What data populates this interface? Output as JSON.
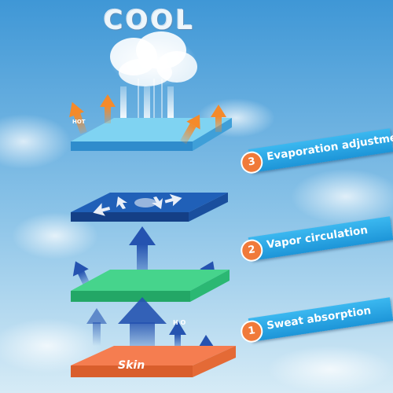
{
  "title": "COOL",
  "layer_labels": {
    "hot": "HOT",
    "h2o": "H O",
    "skin": "Skin"
  },
  "steps": [
    {
      "number": "3",
      "label": "Evaporation adjustment"
    },
    {
      "number": "2",
      "label": "Vapor circulation"
    },
    {
      "number": "1",
      "label": "Sweat absorption"
    }
  ],
  "colors": {
    "sky_top": "#4fa3dc",
    "sky_bottom": "#cfe6f4",
    "top_layer": "#6ec9ee",
    "mesh_layer": "#1f5fb8",
    "green_layer": "#3fcf86",
    "skin_layer": "#f47a4a",
    "hot_arrow": "#f5892e",
    "vapor_arrow": "#2a5bb5",
    "banner": "#27a7e8",
    "badge": "#f07a3a"
  }
}
